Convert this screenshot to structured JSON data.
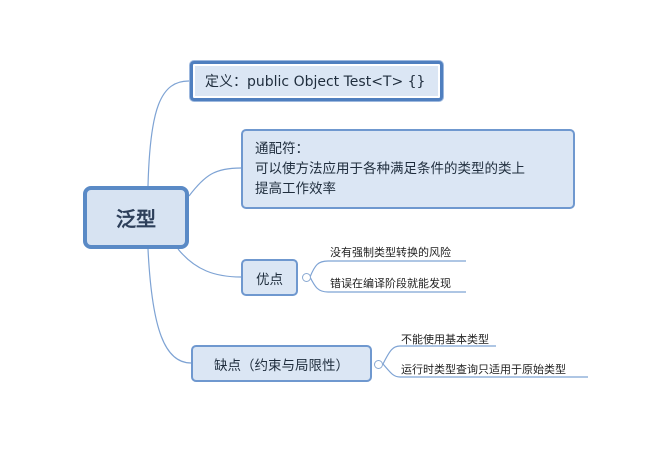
{
  "root": {
    "label": "泛型"
  },
  "definition": {
    "label": "定义：public Object Test<T> {}"
  },
  "wildcard": {
    "title": "通配符：",
    "line1": "可以使方法应用于各种满足条件的类型的类上",
    "line2": "提高工作效率"
  },
  "advantages": {
    "label": "优点",
    "items": [
      "没有强制类型转换的风险",
      "错误在编译阶段就能发现"
    ]
  },
  "disadvantages": {
    "label": "缺点（约束与局限性）",
    "items": [
      "不能使用基本类型",
      "运行时类型查询只适用于原始类型"
    ]
  },
  "colors": {
    "node_fill": "#dbe6f4",
    "node_border": "#6f98cf",
    "line": "#7ea3d4"
  }
}
